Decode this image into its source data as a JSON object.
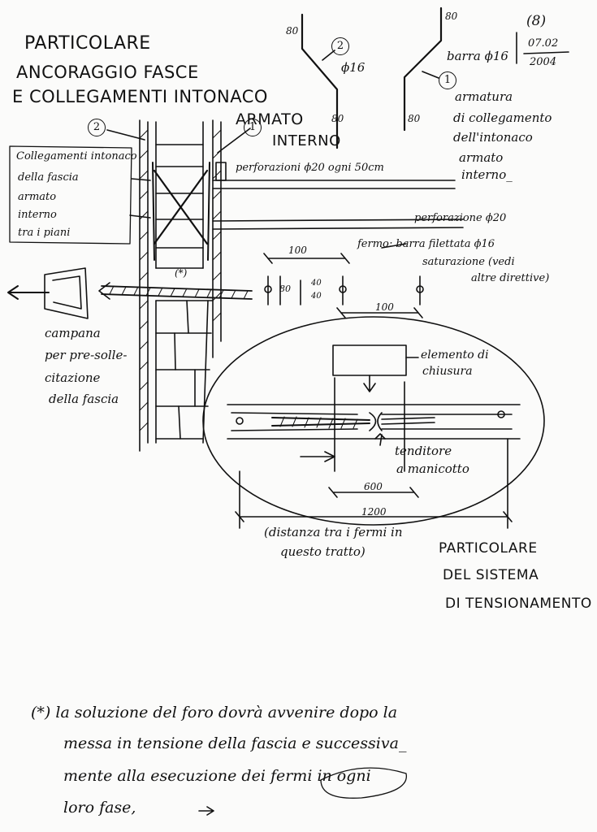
{
  "sheet_number": "(8)",
  "date": "07.02",
  "year": "2004",
  "title_lines": [
    "PARTICOLARE",
    "ANCORAGGIO FASCE",
    "E COLLEGAMENTI INTONACO",
    "ARMATO",
    "INTERNO"
  ],
  "bars": {
    "dim_80_a": "80",
    "dim_80_b": "80",
    "dim_80_c": "80",
    "dim_80_d": "80",
    "marker_2": "2",
    "marker_1": "1",
    "bar2_diameter": "ϕ16",
    "bar1_label": "barra ϕ16",
    "reinforcement_note": [
      "armatura",
      "di collegamento",
      "dell'intonaco",
      "armato",
      "interno_"
    ]
  },
  "section": {
    "marker_2": "2",
    "marker_1": "1",
    "connection_note": [
      "Collegamenti intonaco",
      "della fascia",
      "armato",
      "interno",
      "tra i piani"
    ],
    "perforation_upper": "perforazioni ϕ20 ogni 50cm",
    "perforation_lower": "perforazione ϕ20",
    "anchor_note": [
      "fermo: barra filettata ϕ16",
      "saturazione (vedi",
      "altre direttive)"
    ],
    "dim_100_top": "100",
    "dim_100_bottom": "100",
    "dim_80": "80",
    "dim_40_a": "40",
    "dim_40_b": "40",
    "asterisk": "(*)",
    "bell_note": [
      "campana",
      "per pre-solle-",
      "citazione",
      "della fascia"
    ]
  },
  "tension_detail": {
    "closure_label": [
      "elemento di",
      "chiusura"
    ],
    "tensioner_label": [
      "tenditore",
      "a manicotto"
    ],
    "dim_600": "600",
    "dim_1200": "1200",
    "spacing_note": [
      "(distanza tra i fermi in",
      "questo tratto)"
    ],
    "title_lines": [
      "PARTICOLARE",
      "DEL SISTEMA",
      "DI TENSIONAMENTO"
    ]
  },
  "footnote_lines": [
    "(*) la soluzione del foro dovrà avvenire dopo la",
    "messa in tensione della fascia e successiva_",
    "mente alla esecuzione dei fermi in ogni",
    "loro fase,"
  ]
}
